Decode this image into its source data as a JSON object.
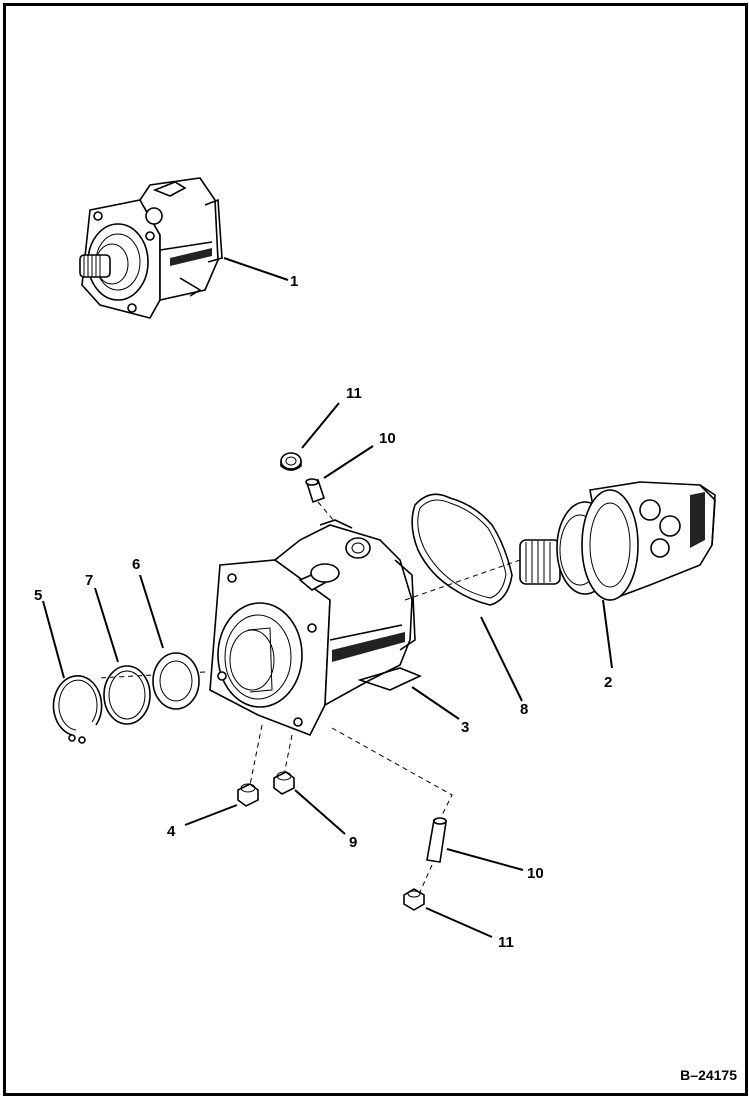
{
  "drawing_code": "B–24175",
  "callouts": {
    "c1": "1",
    "c2": "2",
    "c3": "3",
    "c4": "4",
    "c5": "5",
    "c6": "6",
    "c7": "7",
    "c8": "8",
    "c9": "9",
    "c10_top": "10",
    "c10_bottom": "10",
    "c11_top": "11",
    "c11_bottom": "11"
  }
}
